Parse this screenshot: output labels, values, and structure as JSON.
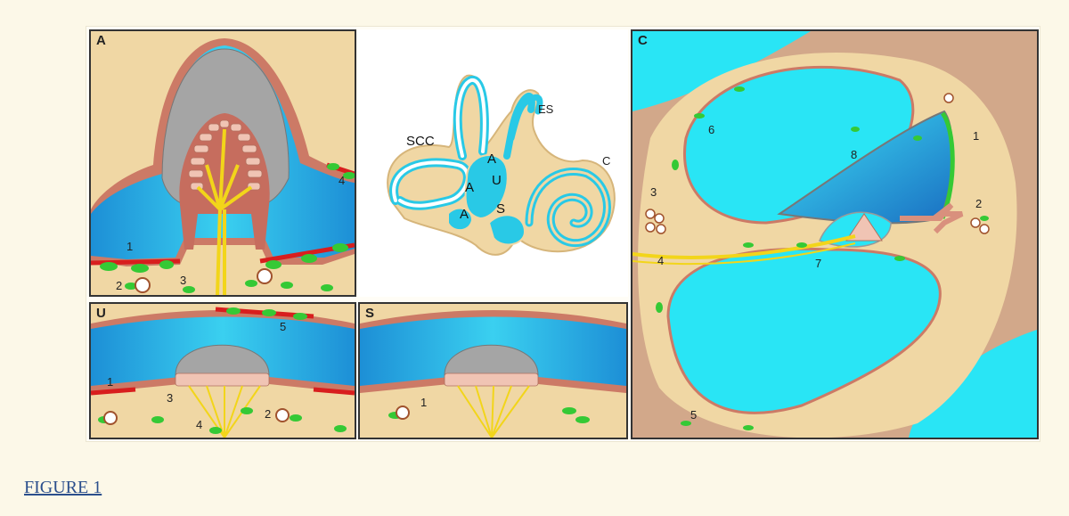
{
  "figure": {
    "link_text": "FIGURE 1"
  },
  "panels": {
    "A": {
      "letter": "A",
      "labels": [
        "1",
        "2",
        "3",
        "4"
      ]
    },
    "U": {
      "letter": "U",
      "labels": [
        "1",
        "2",
        "3",
        "4",
        "5"
      ]
    },
    "S": {
      "letter": "S",
      "labels": [
        "1"
      ]
    },
    "C": {
      "letter": "C",
      "labels": [
        "1",
        "2",
        "3",
        "4",
        "5",
        "6",
        "7",
        "8"
      ]
    },
    "overview": {
      "labels": [
        "SCC",
        "ES",
        "C",
        "A",
        "U",
        "A",
        "A",
        "S"
      ]
    }
  },
  "colors": {
    "background": "#fcf8e8",
    "tissue": "#f0d7a4",
    "endolymph": "#29c9e6",
    "membrane": "#cc7a66",
    "sensory_epithelium": "#e9b8a8",
    "otoconia_gel": "#a5a5a5",
    "nerve": "#f2d51a",
    "glia": "#35c935",
    "marker_red": "#d81e1e",
    "bone": "#d2a88a",
    "link": "#2b4f8c"
  }
}
